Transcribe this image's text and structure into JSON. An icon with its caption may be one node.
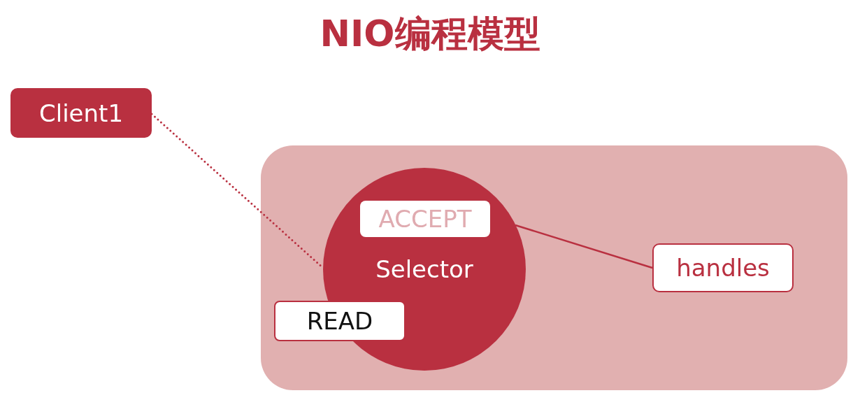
{
  "diagram": {
    "title": "NIO编程模型",
    "nodes": [
      {
        "text": [
          "Client1"
        ]
      },
      {
        "text": [],
        "shape": "box"
      },
      {
        "text": [
          "Selector"
        ],
        "in": 1
      },
      {
        "text": [
          "ACCEPT"
        ],
        "in": 2
      },
      {
        "text": [
          "READ"
        ],
        "in": 1
      },
      {
        "text": [
          "handles"
        ],
        "in": 1
      }
    ],
    "edges": [
      {
        "from": 0,
        "to": 2,
        "arrow": "none",
        "style": "dashed"
      },
      {
        "from": 2,
        "to": 5,
        "arrow": "none"
      }
    ]
  }
}
